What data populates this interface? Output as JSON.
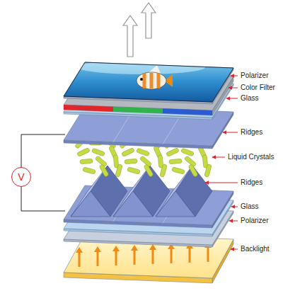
{
  "diagram": {
    "nodes": [
      {
        "text": [
          "V"
        ]
      }
    ],
    "labels": [
      "Polarizer",
      "Color Filter",
      "Glass",
      "Ridges",
      "Liquid Crystals",
      "Ridges",
      "Glass",
      "Polarizer",
      "Backlight"
    ]
  }
}
